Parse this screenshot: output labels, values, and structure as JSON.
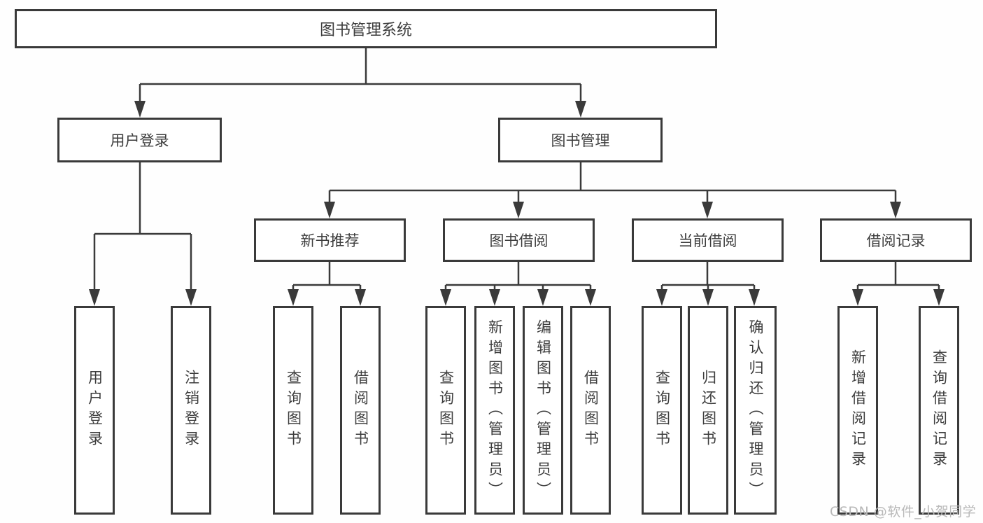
{
  "diagram_type": "hierarchy-tree",
  "root": {
    "label": "图书管理系统"
  },
  "branches": [
    {
      "label": "用户登录",
      "children": [
        {
          "label": "用户登录"
        },
        {
          "label": "注销登录"
        }
      ]
    },
    {
      "label": "图书管理",
      "children": [
        {
          "label": "新书推荐",
          "children": [
            {
              "label": "查询图书"
            },
            {
              "label": "借阅图书"
            }
          ]
        },
        {
          "label": "图书借阅",
          "children": [
            {
              "label": "查询图书"
            },
            {
              "label": "新增图书（管理员）"
            },
            {
              "label": "编辑图书（管理员）"
            },
            {
              "label": "借阅图书"
            }
          ]
        },
        {
          "label": "当前借阅",
          "children": [
            {
              "label": "查询图书"
            },
            {
              "label": "归还图书"
            },
            {
              "label": "确认归还（管理员）"
            }
          ]
        },
        {
          "label": "借阅记录",
          "children": [
            {
              "label": "新增借阅记录"
            },
            {
              "label": "查询借阅记录"
            }
          ]
        }
      ]
    }
  ],
  "watermark": "CSDN @软件_小贺同学",
  "colors": {
    "line": "#3a3a3a",
    "box_border": "#3a3a3a",
    "text": "#3d3d3d",
    "watermark": "#b9b9b9",
    "background": "#fefefe"
  }
}
